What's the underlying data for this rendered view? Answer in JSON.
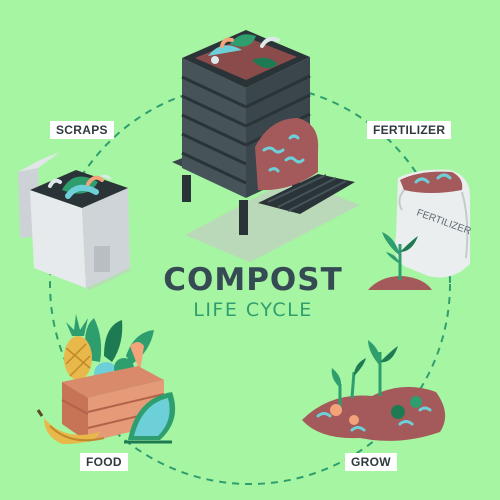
{
  "title": "COMPOST",
  "subtitle": "LIFE CYCLE",
  "stages": {
    "scraps": "SCRAPS",
    "fertilizer": "FERTILIZER",
    "grow": "GROW",
    "food": "FOOD"
  },
  "bag_text": "FERTILIZER",
  "colors": {
    "background": "#a6f5a2",
    "title": "#364a54",
    "subtitle": "#2f9e6e",
    "cycle_line": "#2f9e6e",
    "compost_bin": "#2f3a3f",
    "soil": "#a45a5a"
  },
  "icons": [
    "compost-bin-icon",
    "scrap-bin-icon",
    "fertilizer-bag-icon",
    "sprout-icon",
    "food-crate-icon",
    "watermelon-icon",
    "pineapple-icon",
    "banana-icon"
  ]
}
